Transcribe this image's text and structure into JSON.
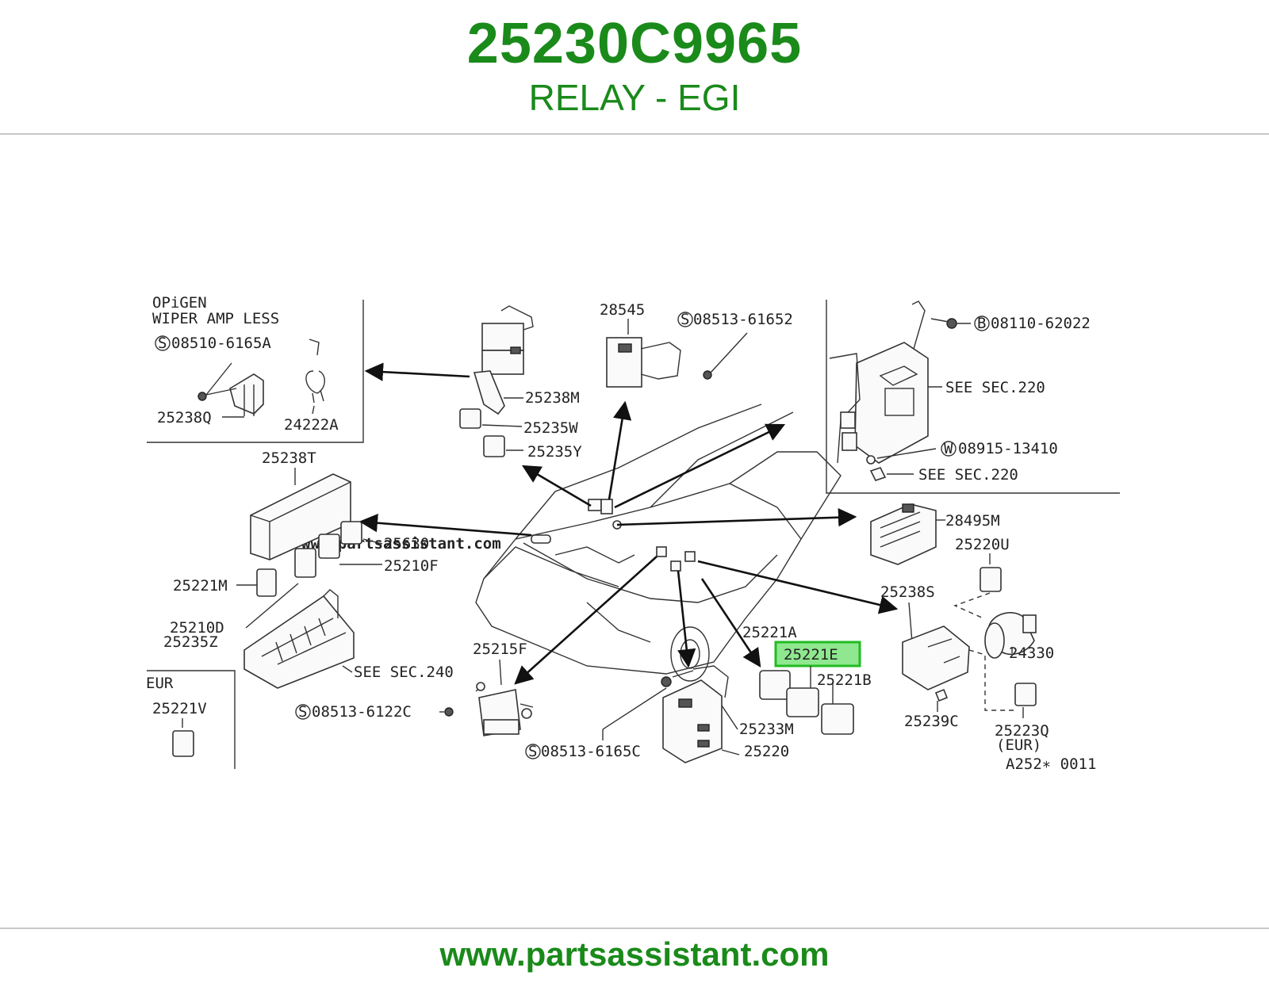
{
  "header": {
    "part_number": "25230C9965",
    "description": "RELAY - EGI"
  },
  "footer": {
    "url": "www.partsassistant.com"
  },
  "watermark": "www.partsassistant.com",
  "colors": {
    "brand_green": "#1a8a1a",
    "highlight_fill": "#8fe88f",
    "highlight_border": "#22bb22",
    "rule_gray": "#c8c8c8"
  },
  "diagram": {
    "code": "A252∗ 0011",
    "insets": {
      "top_left_title_1": "OPiGEN",
      "top_left_title_2": "WIPER AMP LESS",
      "bottom_left_title": "EUR"
    },
    "labels": {
      "s_08510_6165A": "08510-6165A",
      "p_25238Q": "25238Q",
      "p_24222A": "24222A",
      "p_25238M": "25238M",
      "p_25235W": "25235W",
      "p_25235Y": "25235Y",
      "p_28545": "28545",
      "s_08513_61652": "08513-61652",
      "b_08110_62022": "08110-62022",
      "see_sec_220_a": "SEE SEC.220",
      "w_08915_13410": "08915-13410",
      "see_sec_220_b": "SEE SEC.220",
      "p_25238T": "25238T",
      "p_25630": "25630",
      "p_25210F": "25210F",
      "p_25221M": "25221M",
      "p_25210D": "25210D",
      "p_25235Z": "25235Z",
      "see_sec_240": "SEE SEC.240",
      "p_28495M": "28495M",
      "p_25220U": "25220U",
      "p_25238S": "25238S",
      "p_24330": "24330",
      "p_25239C": "25239C",
      "p_25223Q": "25223Q",
      "eur_tag": "(EUR)",
      "p_25221A": "25221A",
      "p_25221E": "25221E",
      "p_25221B": "25221B",
      "p_25233M": "25233M",
      "p_25220": "25220",
      "p_25215F": "25215F",
      "s_08513_6122C": "08513-6122C",
      "s_08513_6165C": "08513-6165C",
      "p_25221V": "25221V",
      "circle_S": "S",
      "circle_B": "B",
      "circle_W": "W"
    }
  }
}
